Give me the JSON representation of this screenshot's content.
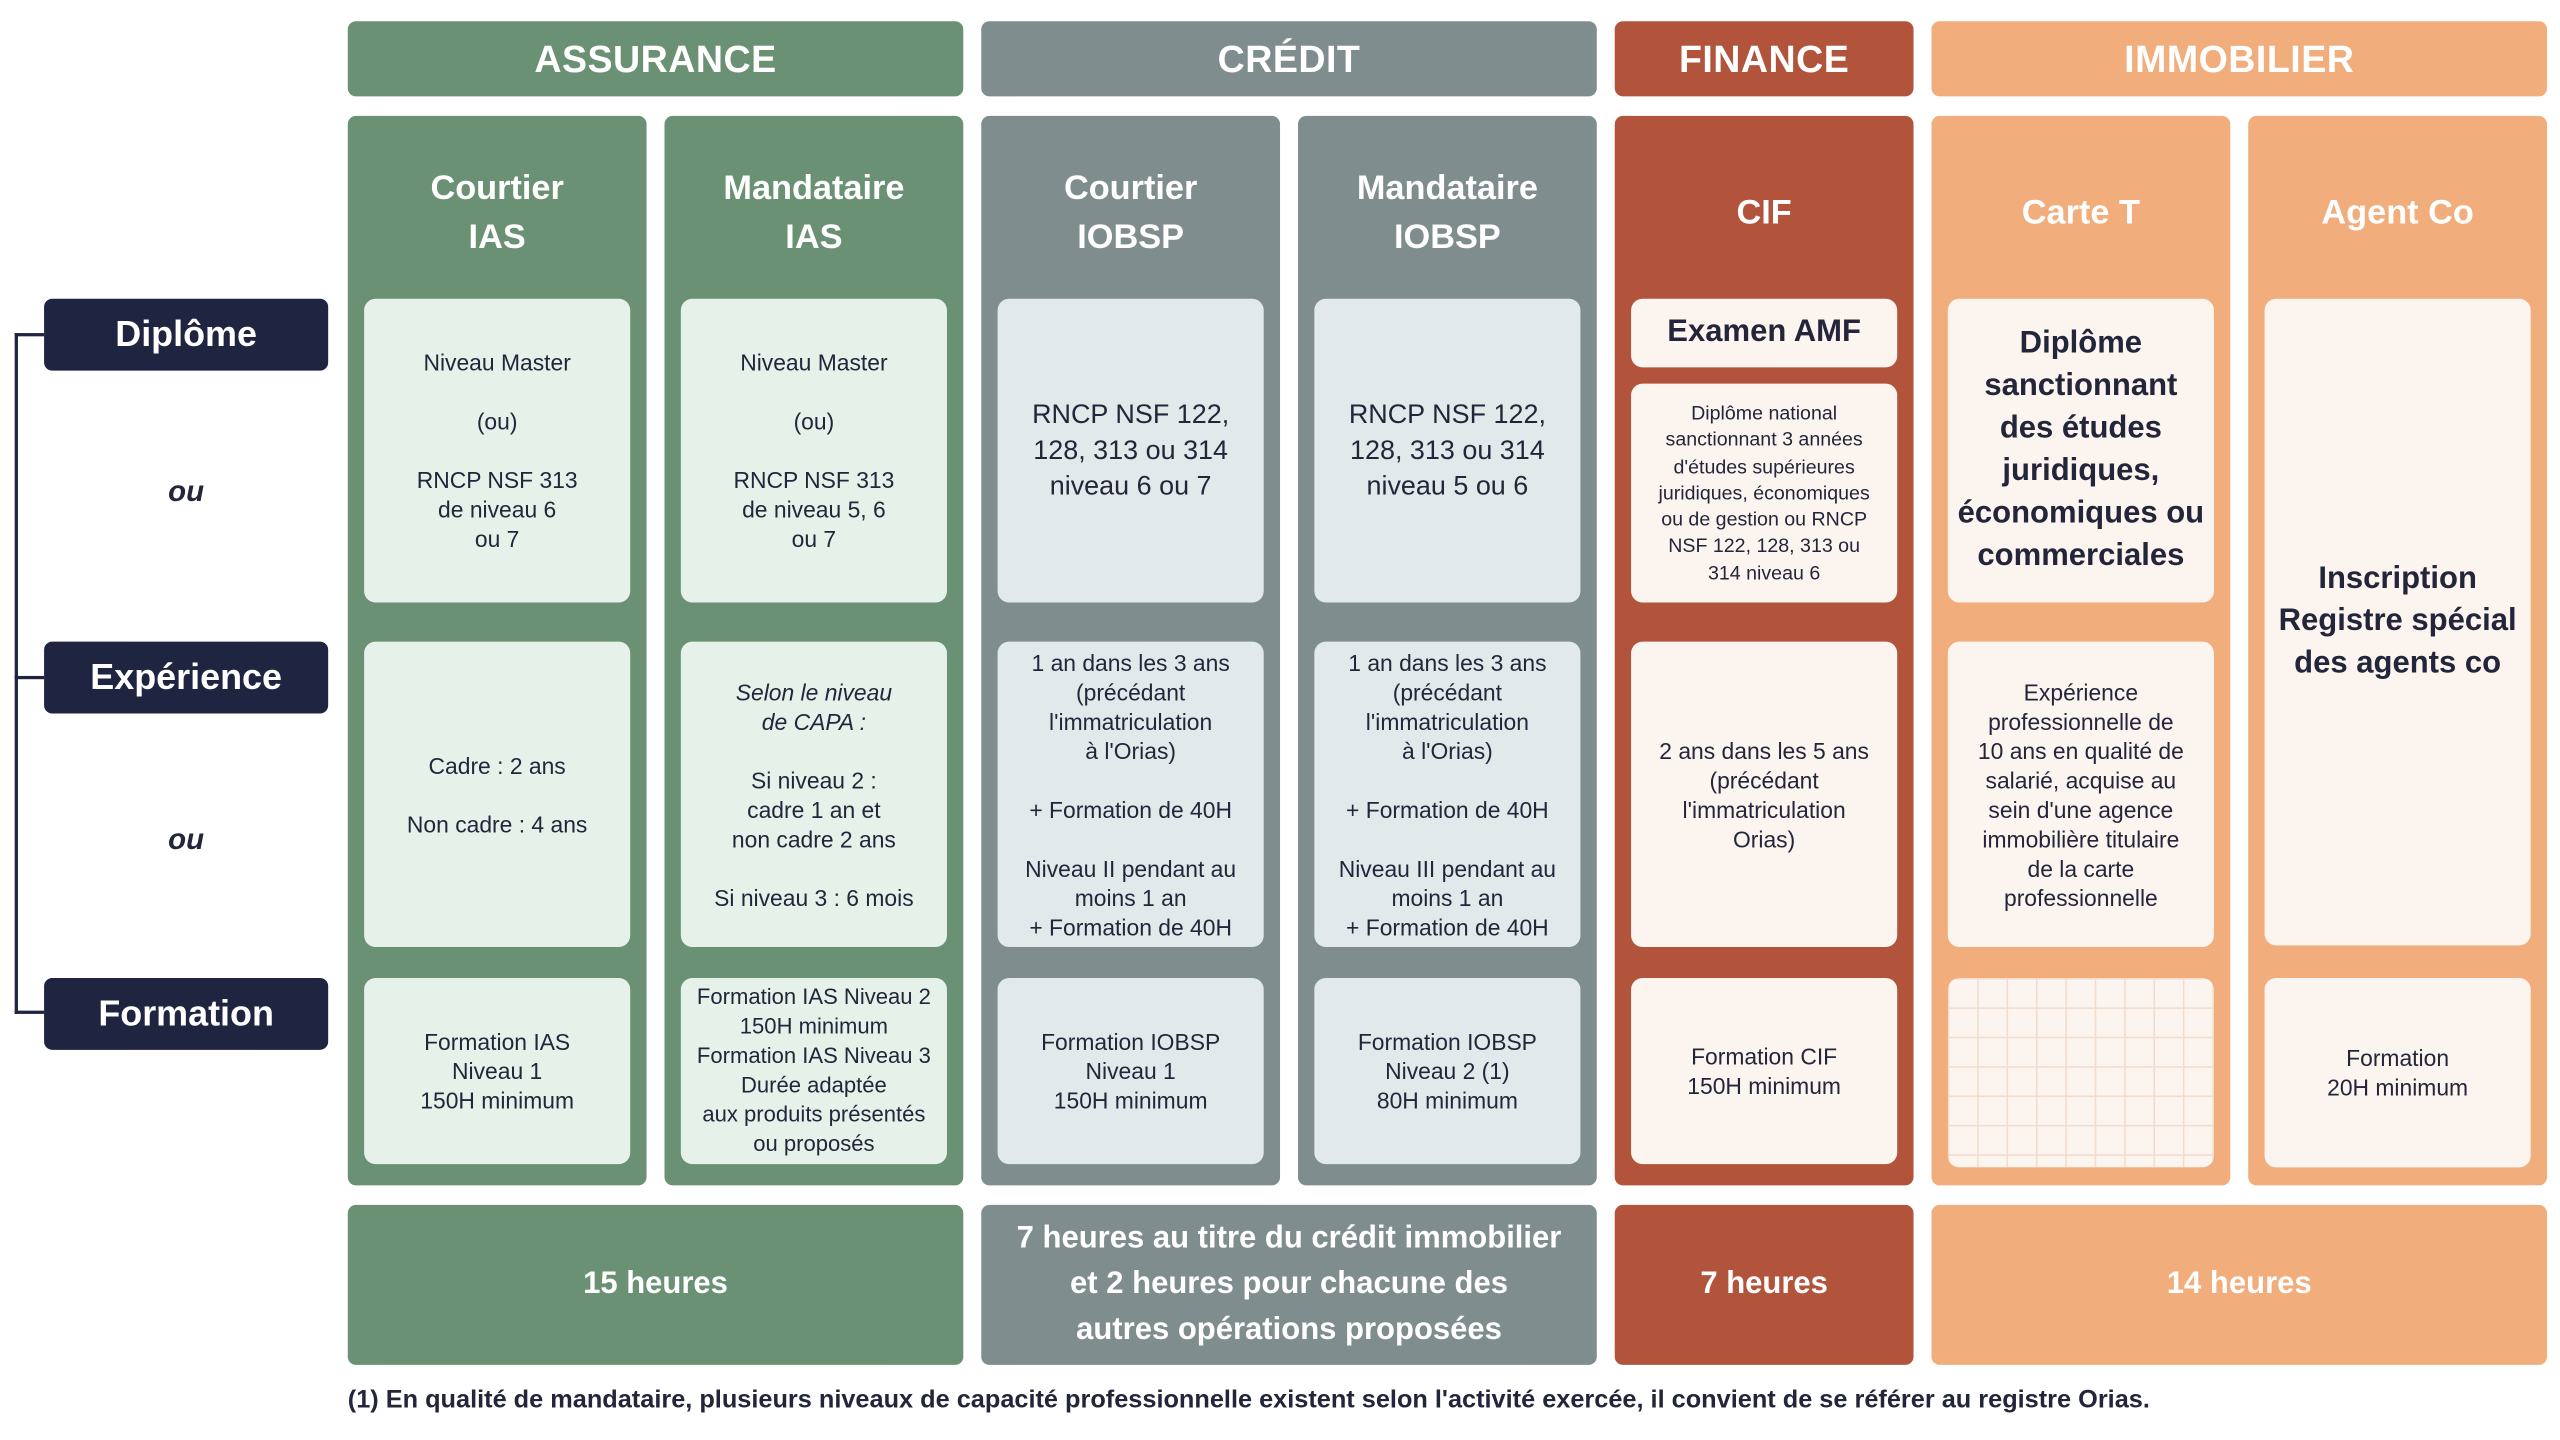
{
  "categories": {
    "assurance": "ASSURANCE",
    "credit": "CRÉDIT",
    "finance": "FINANCE",
    "immobilier": "IMMOBILIER"
  },
  "row_labels": {
    "diplome": "Diplôme",
    "experience": "Expérience",
    "formation": "Formation",
    "ou": "ou"
  },
  "columns": [
    {
      "title": "Courtier\nIAS",
      "diplome": "Niveau Master\n\n(ou)\n\nRNCP NSF 313\nde niveau 6\nou 7",
      "experience": "Cadre : 2 ans\n\nNon cadre : 4 ans",
      "formation": "Formation IAS\nNiveau 1\n150H minimum"
    },
    {
      "title": "Mandataire\nIAS",
      "diplome": "Niveau Master\n\n(ou)\n\nRNCP NSF 313\nde niveau 5, 6\nou 7",
      "experience_intro": "Selon le niveau\nde CAPA :",
      "experience": "Si niveau 2 :\ncadre 1 an et\nnon cadre 2 ans\n\nSi niveau 3 : 6 mois",
      "formation": "Formation IAS Niveau 2\n150H minimum\nFormation IAS Niveau 3\nDurée adaptée\naux produits présentés\nou proposés"
    },
    {
      "title": "Courtier\nIOBSP",
      "diplome": "RNCP NSF 122,\n128, 313 ou 314\nniveau 6 ou 7",
      "experience": "1 an dans les 3 ans\n(précédant\nl'immatriculation\nà l'Orias)\n\n+ Formation de 40H\n\nNiveau II pendant au\nmoins 1 an\n+ Formation de 40H",
      "formation": "Formation IOBSP\nNiveau 1\n150H minimum"
    },
    {
      "title": "Mandataire\nIOBSP",
      "diplome": "RNCP NSF 122,\n128, 313 ou 314\nniveau 5 ou 6",
      "experience": "1 an dans les 3 ans\n(précédant\nl'immatriculation\nà l'Orias)\n\n+ Formation de 40H\n\nNiveau III pendant au\nmoins 1 an\n+ Formation de 40H",
      "formation": "Formation IOBSP\nNiveau 2 (1)\n80H minimum"
    },
    {
      "title": "CIF",
      "exam": "Examen AMF",
      "diplome": "Diplôme national\nsanctionnant 3 années\nd'études supérieures\njuridiques, économiques\nou de gestion ou RNCP\nNSF 122, 128, 313 ou\n314 niveau 6",
      "experience": "2 ans dans les 5 ans\n(précédant\nl'immatriculation\nOrias)",
      "formation": "Formation CIF\n150H minimum"
    },
    {
      "title": "Carte T",
      "diplome": "Diplôme\nsanctionnant\ndes études\njuridiques,\néconomiques ou\ncommerciales",
      "experience": "Expérience\nprofessionnelle de\n10 ans en qualité de\nsalarié, acquise au\nsein d'une agence\nimmobilière titulaire\nde la carte\nprofessionnelle"
    },
    {
      "title": "Agent Co",
      "diplome": "Inscription\nRegistre spécial\ndes agents co",
      "formation": "Formation\n20H minimum"
    }
  ],
  "continuing_training": {
    "assurance": "15 heures",
    "credit": "7 heures au titre du crédit immobilier\net 2 heures pour chacune des\nautres opérations proposées",
    "finance": "7 heures",
    "immobilier": "14 heures"
  },
  "footnote": "(1) En qualité de mandataire, plusieurs niveaux de capacité professionnelle existent selon l'activité exercée, il convient de se référer au registre Orias.",
  "colors": {
    "assurance": "#6b9174",
    "credit": "#7f8d8f",
    "finance": "#b1543b",
    "immobilier": "#f1ad7c",
    "label": "#1f2441"
  }
}
